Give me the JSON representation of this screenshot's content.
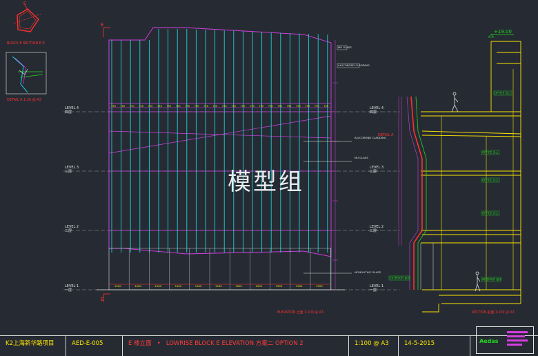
{
  "key_plan": {
    "title": "BLOCK E SECTION E-E",
    "mark": "E"
  },
  "detail_key": {
    "title": "DETAIL A 1:20 @ A3"
  },
  "elevation": {
    "section_mark_top": "E",
    "section_mark_bottom": "E",
    "title": "ELEVATION 立面 1:100 @ A3",
    "levels": [
      {
        "name": "LEVEL 4",
        "sub": "四层"
      },
      {
        "name": "LEVEL 3",
        "sub": "三层"
      },
      {
        "name": "LEVEL 2",
        "sub": "二层"
      },
      {
        "name": "LEVEL 1",
        "sub": "一层"
      }
    ],
    "annotations": [
      "MU GLASS",
      "ALUCOBOND CLADDING",
      "ALUCOBOND CLADDING",
      "MU GLASS",
      "MONOLITHIC GLASS"
    ],
    "dim_top": [
      "750",
      "750",
      "750",
      "750",
      "750",
      "750",
      "750",
      "750",
      "750",
      "750",
      "750",
      "750",
      "750",
      "750",
      "750",
      "750",
      "750",
      "750",
      "750",
      "750",
      "750",
      "750",
      "750",
      "750"
    ],
    "dim_bottom": [
      "1500",
      "1500",
      "1500",
      "1500",
      "1500",
      "1500",
      "1500",
      "1500",
      "1500",
      "1500",
      "1500"
    ]
  },
  "section": {
    "elevation_mark": "+19.00",
    "detail_tag": "DETAIL A",
    "title": "SECTION 剖面 1:100 @ A3",
    "levels": [
      {
        "name": "LEVEL 4",
        "sub": "四层"
      },
      {
        "name": "LEVEL 3",
        "sub": "三层"
      },
      {
        "name": "LEVEL 2",
        "sub": "二层"
      },
      {
        "name": "LEVEL 1",
        "sub": "一层"
      }
    ],
    "rooms": [
      "OFFICE 办公",
      "OFFICE 办公",
      "OFFICE 办公",
      "OFFICE 办公",
      "INTERIOR 室内",
      "EXTERIOR 室外"
    ]
  },
  "watermark": "模型组",
  "title_block": {
    "project": "K2上海新华路项目",
    "drawing_no": "AED-E-005",
    "title_cn": "E 楼立面",
    "title_sep": "•",
    "title_en": "LOWRISE BLOCK E ELEVATION 方案二  OPTION 2",
    "scale": "1:100 @ A3",
    "date": "14-5-2015",
    "logo": "Aedas"
  },
  "colors": {
    "background": "#262b33",
    "cyan": "#19d3dc",
    "magenta": "#d63de0",
    "yellow": "#ffe600",
    "red": "#ff3030",
    "green": "#22d81f",
    "white": "#e6e6e6"
  }
}
